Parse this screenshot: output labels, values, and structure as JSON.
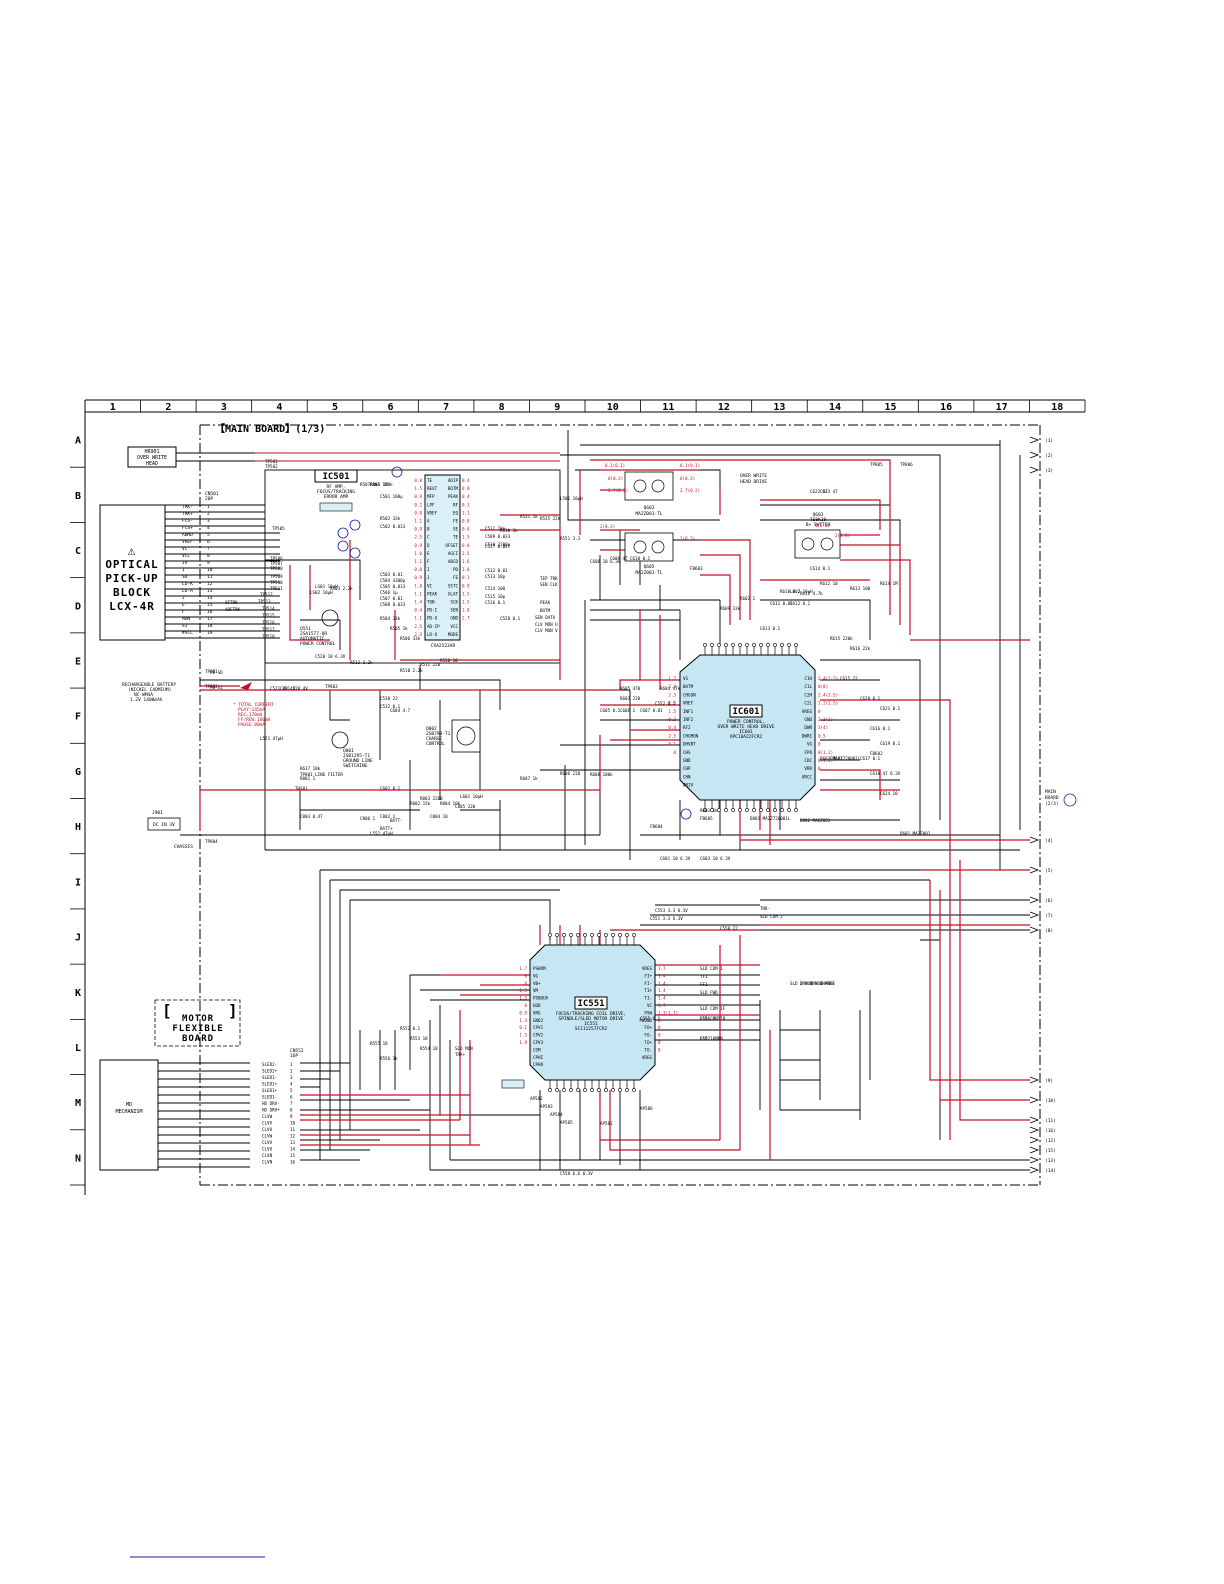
{
  "board": {
    "title": "【MAIN BOARD】(1/3)"
  },
  "grid": {
    "columns": [
      "1",
      "2",
      "3",
      "4",
      "5",
      "6",
      "7",
      "8",
      "9",
      "10",
      "11",
      "12",
      "13",
      "14",
      "15",
      "16",
      "17",
      "18"
    ],
    "rows": [
      "A",
      "B",
      "C",
      "D",
      "E",
      "F",
      "G",
      "H",
      "I",
      "J",
      "K",
      "L",
      "M",
      "N"
    ]
  },
  "blocks": {
    "head": {
      "ref": "HR901",
      "line1": "OVER WRITE",
      "line2": "HEAD"
    },
    "pickup": {
      "line1": "⚠",
      "line2": "OPTICAL",
      "line3": "PICK-UP",
      "line4": "BLOCK",
      "line5": "LCX-4R"
    },
    "motor_flex": {
      "line1": "MOTOR",
      "line2": "FLEXIBLE",
      "line3": "BOARD"
    },
    "md_mech": {
      "line1": "MD",
      "line2": "MECHANISM"
    },
    "battery": {
      "line1": "RECHARGEABLE BATTERY",
      "line2": "(NICKEL CADMIUM)",
      "line3": "NC-WM4A",
      "line4": "1.2V 1400mAh",
      "current_title": "* TOTAL CURRENT",
      "current_1": "PLAY:145mA",
      "current_2": "REC:170mA",
      "current_3": "FF/REW:180mA",
      "current_4": "PAUSE:80mA"
    },
    "jack": {
      "ref": "J901",
      "label": "DC IN 3V",
      "chassis": "CHASSIS"
    },
    "main_ref": {
      "line1": "MAIN",
      "line2": "BOARD",
      "line3": "(2/3)"
    }
  },
  "ics": {
    "ic501": {
      "label": "IC501",
      "line1": "RF AMP,",
      "line2": "FOCUS/TRACKING",
      "line3": "ERROR AMP",
      "part": "CXA2523AR"
    },
    "ic601": {
      "label": "IC601",
      "line1": "POWER CONTROL,",
      "line2": "OVER WRITE HEAD DRIVE",
      "part": "XPC18A22FCR2",
      "ref": "IC601"
    },
    "ic551": {
      "label": "IC551",
      "line1": "FOCUS/TRACKING COIL DRIVE,",
      "line2": "SPINDLE/SLED MOTOR DRIVE",
      "part": "SC111257FCR2",
      "ref": "IC551"
    }
  },
  "transistors": {
    "q551": {
      "ref": "Q551",
      "line1": "2SA1577-QR",
      "line2": "AUTOMATIC",
      "line3": "POWER CONTROL"
    },
    "q801": {
      "ref": "Q801",
      "line1": "2SB1295-T1",
      "line2": "GROUND LINE",
      "line3": "SWITCHING"
    },
    "q802": {
      "ref": "Q802",
      "line1": "2SB798-T1",
      "line2": "CHARGE",
      "line3": "CONTROL"
    },
    "q603": {
      "ref": "Q603",
      "line1": "MA2Z001-TL",
      "line2": ""
    },
    "q605": {
      "ref": "Q605",
      "line1": "MA2Z001-TL",
      "line2": ""
    },
    "q603b": {
      "ref": "Q603",
      "line1": "TS8K18",
      "line2": "B+ SWITCH"
    },
    "overwrite": {
      "line1": "OVER WRITE",
      "line2": "HEAD DRIVE"
    }
  },
  "pickup_pins": {
    "signals": [
      "TRK-",
      "TRK+",
      "FCS-",
      "FCS+",
      "ABMD",
      "VREF",
      "VC",
      "VCC",
      "IV",
      "I",
      "SO",
      "LD-K",
      "LD-A",
      "J",
      "E",
      "F",
      "MON",
      "SI",
      "#VCC"
    ],
    "cn_ref": "CN501",
    "cn_pins": "20P"
  },
  "motor_pins": {
    "signals": [
      "SLED2-",
      "SLED2+",
      "SLED1-",
      "SLED1+",
      "SLED1+",
      "SLED1-",
      "HD DRV-",
      "HD DRV+",
      "CLVW",
      "CLVV",
      "CLVU",
      "CLVW",
      "CLVV",
      "CLVU",
      "CLVN",
      "CLVN"
    ],
    "cn_ref": "CN552",
    "cn_pins": "16P"
  },
  "ic501_pins_left": [
    "TE",
    "REXT",
    "MFP",
    "LPF",
    "VREF",
    "A",
    "B",
    "C",
    "D",
    "E",
    "F",
    "I",
    "J",
    "VC",
    "PEAK",
    "TON",
    "PD-I",
    "PD-O",
    "AD-IP",
    "LD-O"
  ],
  "ic501_pins_right": [
    "ADIP",
    "BOTM",
    "PEAK",
    "RF",
    "EQ",
    "FE",
    "SE",
    "TE",
    "OFSET",
    "AGCI",
    "ABCD",
    "PD",
    "FE",
    "SSTC",
    "XLAT",
    "SCK",
    "SEN",
    "GND",
    "VCC",
    "MODE"
  ],
  "ic601_pins_left": [
    "VS",
    "BATM",
    "CHGON",
    "VREF",
    "INF1",
    "INF2",
    "RF2",
    "CHGMON",
    "DHVBT",
    "CHS",
    "GND",
    "CHP",
    "CHN",
    "DRIV"
  ],
  "ic601_pins_right": [
    "C1H",
    "C1L",
    "C2H",
    "C2L",
    "VREG",
    "GND",
    "DWR",
    "DWRI",
    "VG",
    "FPO",
    "CDC",
    "VRR",
    "VRCC"
  ],
  "ic551_pins_left": [
    "PSWOM",
    "VG",
    "VB+",
    "VM",
    "PSNOUV",
    "UOD",
    "VRG",
    "GND2",
    "CPV1",
    "CPV2",
    "CPV3",
    "COM",
    "CPHI",
    "CPHO"
  ],
  "ic551_pins_right": [
    "VRES",
    "FI+",
    "FI-",
    "TI+",
    "TI-",
    "VC",
    "PSW",
    "PWGND",
    "FO+",
    "FO-",
    "TO+",
    "TO-",
    "VREG"
  ],
  "voltages": {
    "ic501_r": [
      "0.4",
      "0.8",
      "0.4",
      "0.3",
      "1.1",
      "0.8",
      "0.6",
      "1.5",
      "0.8",
      "2.5",
      "1.6",
      "1.0",
      "0.1",
      "0.9",
      "1.5",
      "1.5",
      "1.0",
      "2.7"
    ],
    "ic501_l": [
      "0.8",
      "1.5",
      "0.9",
      "0.2",
      "0.8",
      "1.1",
      "0.9",
      "2.5",
      "0.9",
      "1.0",
      "1.1",
      "0.8",
      "0.9",
      "1.0",
      "1.1",
      "1.4",
      "0.4",
      "1.1",
      "2.5",
      "2.3"
    ],
    "ic601_l": [
      "1.7",
      "2.4",
      "2.3",
      "2.5",
      "1.5",
      "0.3",
      "0.4",
      "2.5",
      "0.1",
      "0"
    ],
    "ic601_r": [
      "2.4(2.5)",
      "0(0)",
      "2.4(2.5)",
      "1.2(2.5)",
      "0",
      "2.3(1)",
      "3(4)",
      "0.5",
      "0",
      "0(1.2)",
      "0(1.2)",
      "0"
    ],
    "ic551_l": [
      "1.7",
      "0",
      "0",
      "2.5",
      "1.5",
      "0",
      "0.9",
      "1.4",
      "0.1",
      "1.5",
      "1.9"
    ],
    "ic551_r": [
      "1.7",
      "1.4",
      "1.4",
      "1.4",
      "1.4",
      "1.7",
      "1.3(1.7)",
      "0",
      "0",
      "0",
      "0",
      "0"
    ],
    "tx": [
      "0.1(0.1)",
      "0.1(0.1)",
      "0(0.3)",
      "0(0.3)",
      "2.7(0.2)",
      "2.7(0.2)",
      "2(0.3)",
      "2(0.3)",
      "0(2.8)",
      "2(3.8)"
    ]
  },
  "parts": {
    "c_labels": [
      "C501 100µ",
      "C502 0.033",
      "C503 0.01",
      "C504 4300p",
      "C505 0.033",
      "C506 1µ",
      "C507 0.01",
      "C508 0.033",
      "C509 0.033",
      "C510 2200p",
      "C511 10p",
      "C512 0.01",
      "C513 10p",
      "C514 100",
      "C515 10p",
      "C516 0.1",
      "C520 10 6.3V",
      "C521 22 4V",
      "C527 0.047",
      "C528 0.1",
      "C530 22",
      "C532 0.1",
      "C550 22",
      "C551 3.3 6.3V",
      "C552 0.1",
      "C553 3.3 6.3V",
      "C555 0.1",
      "C556 0.1",
      "C557 0.1",
      "C558 6.6 6.3V",
      "C601 10 6.3V",
      "C602 0.1",
      "C603 10 6.3V",
      "C604 4.7",
      "C605 0.1",
      "C606 1",
      "C607 0.01",
      "C608 10 6.3V",
      "C609 47",
      "C610 0.1",
      "C611 0.01",
      "C612 0.1",
      "C613 0.1",
      "C614 0.1",
      "C615 22",
      "C616 0.1",
      "C617 0.1",
      "C618 47 6.3V",
      "C619 0.1",
      "C620 0.1",
      "C621 0.1",
      "C622 47",
      "C623 47",
      "C624 10",
      "C801 220 4V",
      "C802 1",
      "C803 0.47",
      "C804 10",
      "C805 220",
      "C806 1"
    ],
    "r_labels": [
      "R501 1M",
      "R502 33k",
      "R503 2.2k",
      "R504 33k",
      "R505 1k",
      "R506 33k",
      "R507 1k",
      "R510 2.2k",
      "R511 220",
      "R512 2.2k",
      "R520 10",
      "R530 1k",
      "R531 1k",
      "R535 22k",
      "R551 3.3",
      "R552 0.1",
      "R553 18",
      "R554 18",
      "R555 18",
      "R556 1k",
      "R601 1k",
      "R602 1",
      "R603 220",
      "R604 47k",
      "R605 470",
      "R606 220",
      "R607 1k",
      "R608 100k",
      "R609 33k",
      "R610 8.2",
      "R611 4.7k",
      "R612 10",
      "R613 100",
      "R614 1M",
      "R615 220k",
      "R616 22k",
      "R617 10k",
      "R801 1",
      "R802 15k",
      "R803 2200",
      "R804 10k",
      "R805 100k"
    ],
    "tp_labels": [
      "TP501",
      "TP502",
      "TP505",
      "TP506",
      "TP507",
      "TP508",
      "TP509",
      "TP510",
      "TP511",
      "TP512",
      "TP513",
      "TP514",
      "TP515",
      "TP516",
      "TP517",
      "TP518",
      "TP801",
      "TP802",
      "TP803",
      "TP804",
      "TP805",
      "TP806"
    ],
    "misc": [
      "LS01 10µH",
      "LS02 10µH",
      "L501 10µH",
      "L551 47µH",
      "L552 47µH",
      "L601 10µH",
      "L602 10µH",
      "FB601",
      "FB602",
      "FB603",
      "FB604",
      "FB605",
      "D801 MA2Z720001L",
      "D802 MA2Z001",
      "D601 MA2Z001",
      "D602 MA2Z720001L",
      "THS01",
      "TP801 LINE FILTER",
      "BATT+",
      "BATT-",
      "PD SD",
      "PD S1",
      "OFTRK",
      "XOFTRK",
      "PEAK",
      "BOTM",
      "TEP TRK",
      "SEN CLK",
      "SEN DATA",
      "CLV MON U",
      "CLV MON V",
      "SLO MON",
      "TRK+",
      "TRK-",
      "SLD COM 2",
      "SLD COM 1",
      "TF1",
      "FF1",
      "SLD FWD",
      "SLD COM 1F",
      "SLD COM 1R",
      "SLD 1 MON",
      "SLD 2 MON",
      "DRV 1 MON",
      "DRV 2 MON",
      "CHARGE",
      "AP581",
      "AP582",
      "AP583",
      "AP584",
      "AP585",
      "AP586"
    ]
  },
  "connectors": {
    "right_labels": [
      "(1)",
      "(2)",
      "(3)",
      "(4)",
      "(5)",
      "(6)",
      "(7)",
      "(8)",
      "(9)",
      "(10)",
      "(11)",
      "(12)",
      "(13)",
      "(14)",
      "(15)",
      "(16)"
    ]
  }
}
